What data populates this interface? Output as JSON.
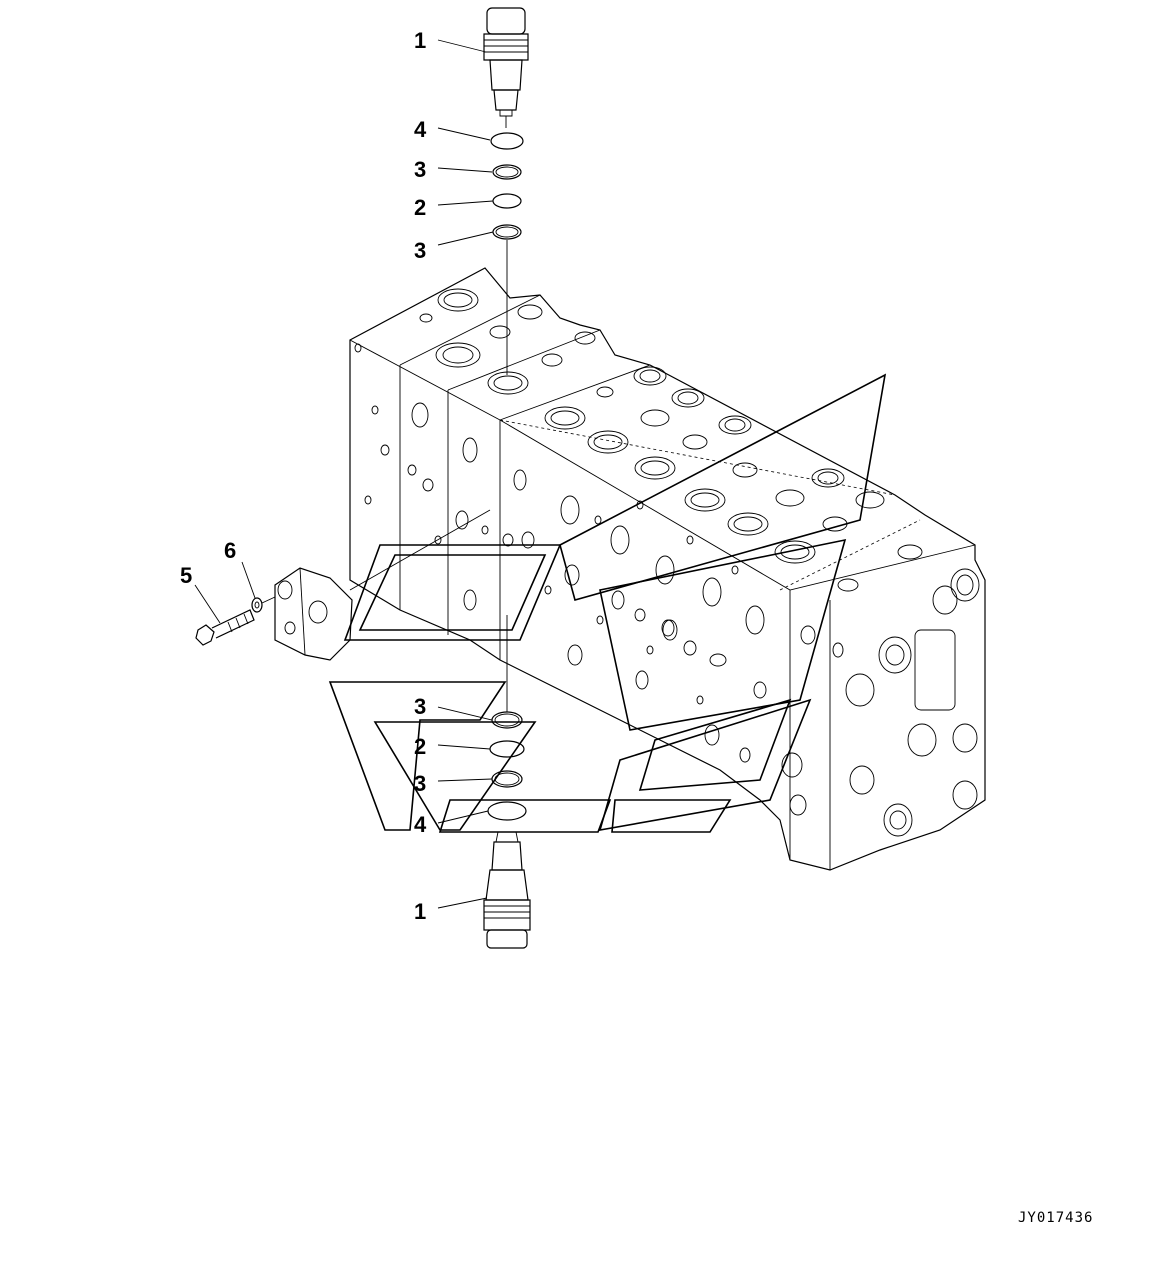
{
  "callouts": [
    {
      "id": "c1-top",
      "label": "1"
    },
    {
      "id": "c4-top",
      "label": "4"
    },
    {
      "id": "c3-top-a",
      "label": "3"
    },
    {
      "id": "c2-top",
      "label": "2"
    },
    {
      "id": "c3-top-b",
      "label": "3"
    },
    {
      "id": "c6",
      "label": "6"
    },
    {
      "id": "c5",
      "label": "5"
    },
    {
      "id": "c3-bot-a",
      "label": "3"
    },
    {
      "id": "c2-bot",
      "label": "2"
    },
    {
      "id": "c3-bot-b",
      "label": "3"
    },
    {
      "id": "c4-bot",
      "label": "4"
    },
    {
      "id": "c1-bot",
      "label": "1"
    }
  ],
  "drawing_code": "JY017436",
  "colors": {
    "line": "#000000",
    "background": "#ffffff"
  }
}
